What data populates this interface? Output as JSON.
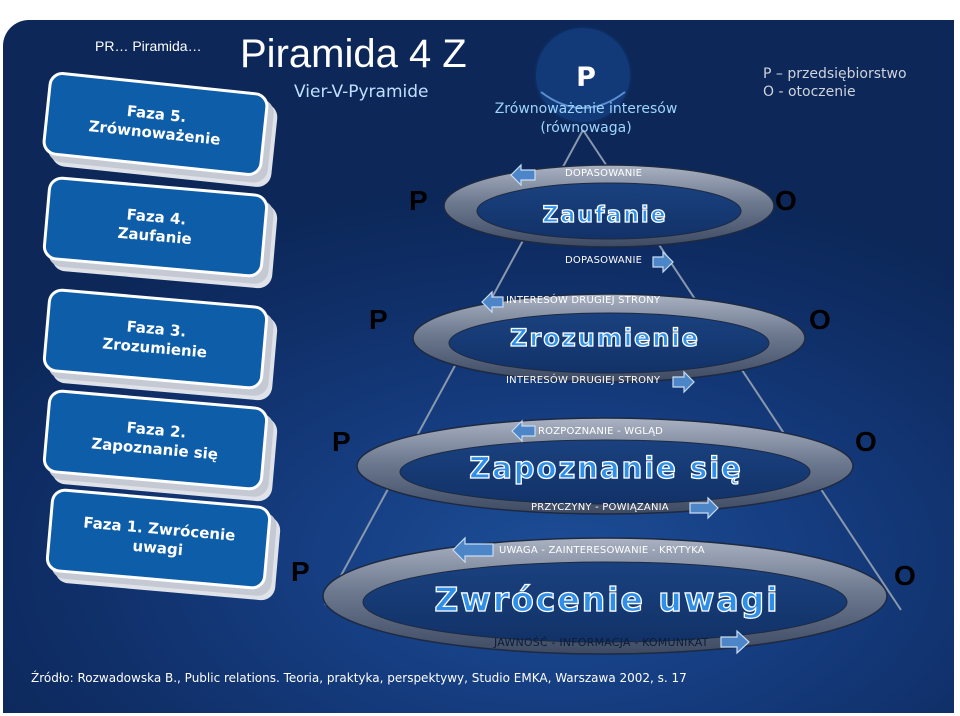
{
  "breadcrumb": "PR… Piramida…",
  "title": "Piramida 4 Z",
  "subtitle": "Vier-V-Pyramide",
  "top_circle": {
    "letter": "P",
    "caption_line1": "Zrównoważenie interesów",
    "caption_line2": "(równowaga)"
  },
  "legend": {
    "p": "P – przedsiębiorstwo",
    "o": "O - otoczenie"
  },
  "phases": [
    {
      "line1": "Faza 5.",
      "line2": "Zrównoważenie"
    },
    {
      "line1": "Faza 4.",
      "line2": "Zaufanie"
    },
    {
      "line1": "Faza 3.",
      "line2": "Zrozumienie"
    },
    {
      "line1": "Faza 2.",
      "line2": "Zapoznanie się"
    },
    {
      "line1": "Faza 1. Zwrócenie",
      "line2": "uwagi"
    }
  ],
  "rings": [
    {
      "name": "Zaufanie",
      "left": "P",
      "right": "O",
      "top_label": "DOPASOWANIE",
      "bottom_label": "DOPASOWANIE"
    },
    {
      "name": "Zrozumienie",
      "left": "P",
      "right": "O",
      "top_label": "INTERESÓW DRUGIEJ STRONY",
      "bottom_label": "INTERESÓW DRUGIEJ STRONY"
    },
    {
      "name": "Zapoznanie się",
      "left": "P",
      "right": "O",
      "top_label": "ROZPOZNANIE - WGLĄD",
      "bottom_label": "PRZYCZYNY - POWIĄZANIA"
    },
    {
      "name": "Zwrócenie uwagi",
      "left": "P",
      "right": "O",
      "top_label": "UWAGA - ZAINTERESOWANIE - KRYTYKA",
      "bottom_label": "JAWNOŚĆ - INFORMACJA - KOMUNIKAT"
    }
  ],
  "source": "Źródło:  Rozwadowska B., Public relations. Teoria, praktyka, perspektywy, Studio EMKA, Warszawa 2002, s. 17",
  "colors": {
    "background": "#163e82",
    "card": "#0e5da8",
    "ring_text": "#2f8fe8",
    "arrow_fill": "#4c86c9"
  }
}
